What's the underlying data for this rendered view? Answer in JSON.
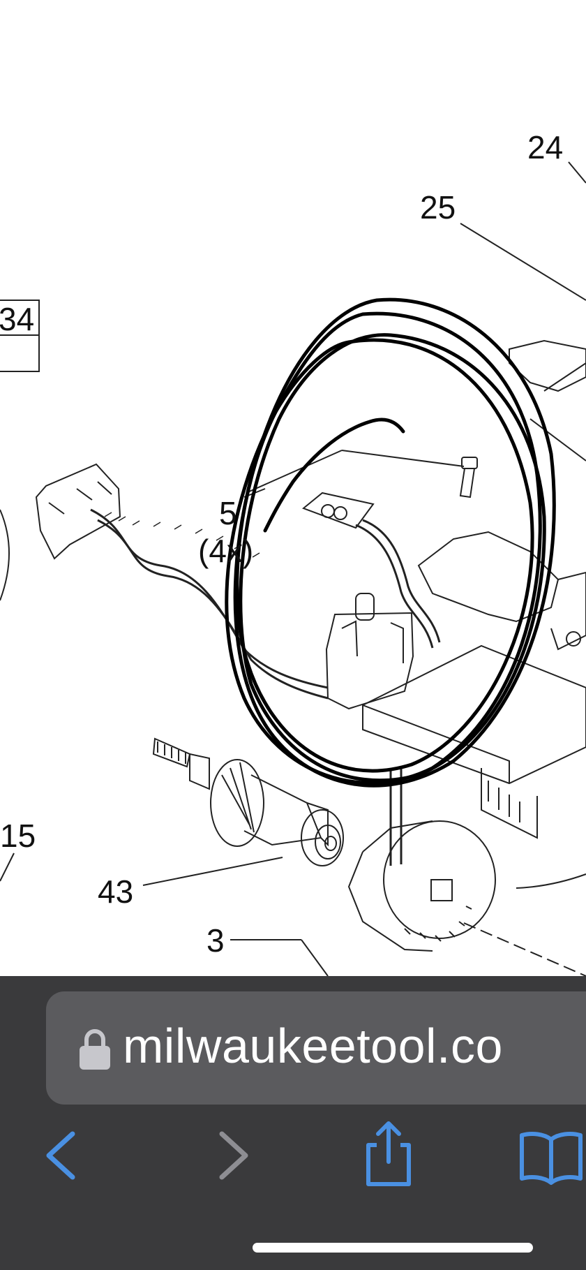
{
  "diagram": {
    "callouts": {
      "c24": "24",
      "c25": "25",
      "c34": "34",
      "c5": "5",
      "c5_qty": "(4x)",
      "c15": "15",
      "c43": "43",
      "c3": "3"
    }
  },
  "browser": {
    "url": "milwaukeetool.co",
    "lock_icon": "lock-icon",
    "back_icon": "chevron-left-icon",
    "forward_icon": "chevron-right-icon",
    "share_icon": "share-icon",
    "bookmarks_icon": "book-icon"
  },
  "colors": {
    "toolbar_bg": "#3a3a3c",
    "address_bar_bg": "#5b5b5e",
    "accent_blue": "#4a90e2",
    "disabled_gray": "#8e8e93",
    "lock_gray": "#c7c7cc"
  }
}
